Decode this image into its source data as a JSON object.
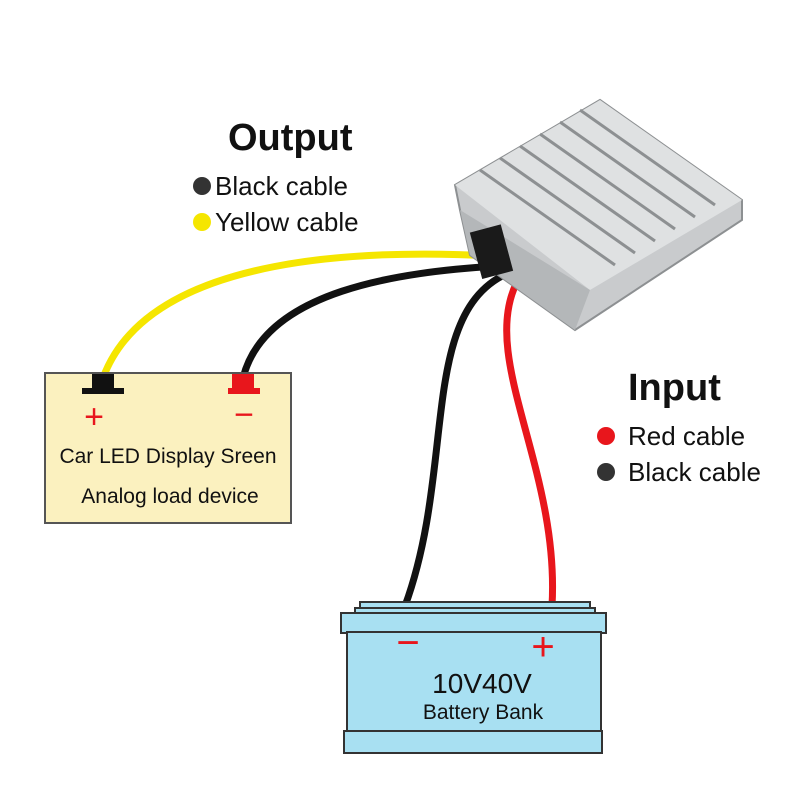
{
  "output": {
    "title": "Output",
    "legend": [
      {
        "label": "Black cable",
        "color": "#333333"
      },
      {
        "label": "Yellow cable",
        "color": "#f5e600"
      }
    ]
  },
  "input": {
    "title": "Input",
    "legend": [
      {
        "label": "Red cable",
        "color": "#e8161c"
      },
      {
        "label": "Black cable",
        "color": "#333333"
      }
    ]
  },
  "load": {
    "plus": "+",
    "minus": "−",
    "line1": "Car LED Display Sreen",
    "line2": "Analog load device",
    "fill": "#fbf1bf"
  },
  "battery": {
    "minus": "−",
    "plus": "+",
    "voltage": "10V40V",
    "label": "Battery Bank",
    "fill": "#a8e0f2"
  },
  "colors": {
    "yellow": "#f5e600",
    "black": "#111111",
    "red": "#e8161c",
    "converter": "#c9cbcd"
  }
}
